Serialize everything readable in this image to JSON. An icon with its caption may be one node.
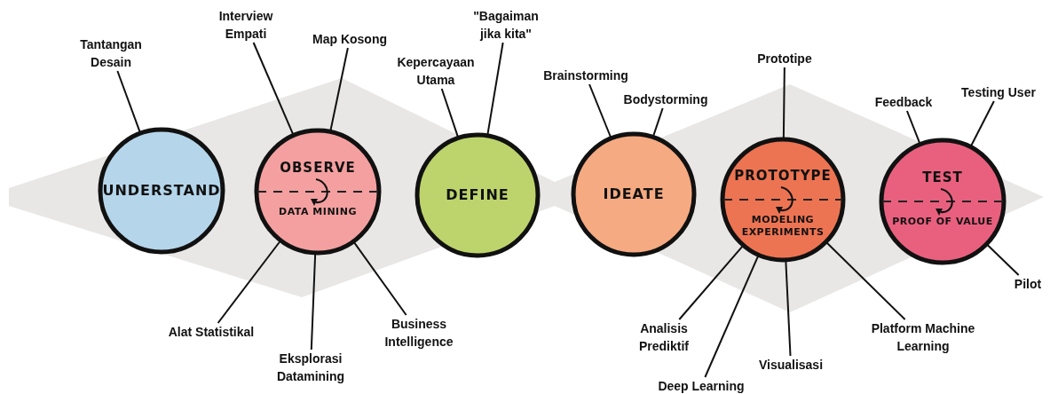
{
  "diagram": {
    "nodes": [
      {
        "text": [
          "UNDERSTAND"
        ]
      },
      {
        "text": [
          "OBSERVE",
          "DATA MINING"
        ]
      },
      {
        "text": [
          "DEFINE"
        ]
      },
      {
        "text": [
          "IDEATE"
        ]
      },
      {
        "text": [
          "PROTOTYPE",
          "MODELING EXPERIMENTS"
        ]
      },
      {
        "text": [
          "TEST",
          "PROOF OF VALUE"
        ]
      },
      {
        "text": [
          "Tantangan Desain"
        ]
      },
      {
        "text": [
          "Interview Empati"
        ]
      },
      {
        "text": [
          "Map Kosong"
        ]
      },
      {
        "text": [
          "Alat Statistikal"
        ]
      },
      {
        "text": [
          "Eksplorasi Datamining"
        ]
      },
      {
        "text": [
          "Business Intelligence"
        ]
      },
      {
        "text": [
          "Kepercayaan Utama"
        ]
      },
      {
        "text": [
          "\"Bagaiman jika kita\""
        ]
      },
      {
        "text": [
          "Brainstorming"
        ]
      },
      {
        "text": [
          "Bodystorming"
        ]
      },
      {
        "text": [
          "Prototipe"
        ]
      },
      {
        "text": [
          "Analisis Prediktif"
        ]
      },
      {
        "text": [
          "Deep Learning"
        ]
      },
      {
        "text": [
          "Visualisasi"
        ]
      },
      {
        "text": [
          "Platform Machine Learning"
        ]
      },
      {
        "text": [
          "Feedback"
        ]
      },
      {
        "text": [
          "Testing User"
        ]
      },
      {
        "text": [
          "Pilot"
        ]
      }
    ],
    "edges": [
      {
        "from": 6,
        "to": 0,
        "arrow": "none"
      },
      {
        "from": 7,
        "to": 1,
        "arrow": "none"
      },
      {
        "from": 8,
        "to": 1,
        "arrow": "none"
      },
      {
        "from": 9,
        "to": 1,
        "arrow": "none"
      },
      {
        "from": 10,
        "to": 1,
        "arrow": "none"
      },
      {
        "from": 11,
        "to": 1,
        "arrow": "none"
      },
      {
        "from": 12,
        "to": 2,
        "arrow": "none"
      },
      {
        "from": 13,
        "to": 2,
        "arrow": "none"
      },
      {
        "from": 14,
        "to": 3,
        "arrow": "none"
      },
      {
        "from": 15,
        "to": 3,
        "arrow": "none"
      },
      {
        "from": 16,
        "to": 4,
        "arrow": "none"
      },
      {
        "from": 17,
        "to": 4,
        "arrow": "none"
      },
      {
        "from": 18,
        "to": 4,
        "arrow": "none"
      },
      {
        "from": 19,
        "to": 4,
        "arrow": "none"
      },
      {
        "from": 20,
        "to": 4,
        "arrow": "none"
      },
      {
        "from": 21,
        "to": 5,
        "arrow": "none"
      },
      {
        "from": 22,
        "to": 5,
        "arrow": "none"
      },
      {
        "from": 23,
        "to": 5,
        "arrow": "none"
      }
    ]
  }
}
